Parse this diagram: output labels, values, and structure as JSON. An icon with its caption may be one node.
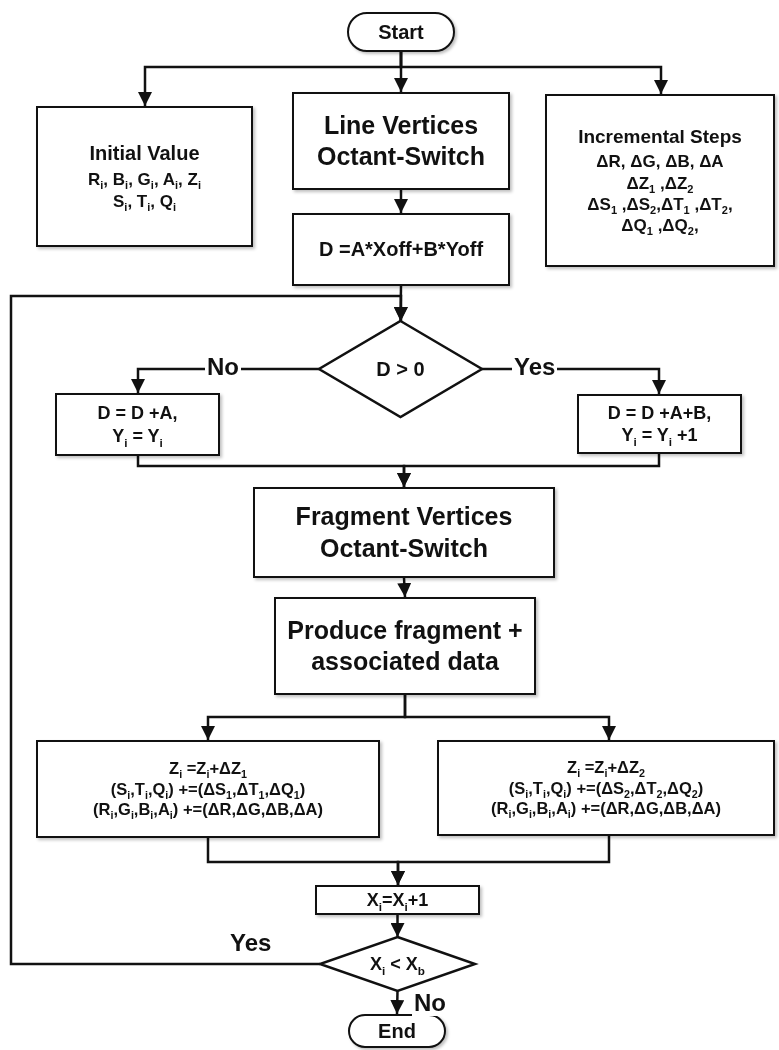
{
  "diagram": {
    "nodes": [
      {
        "text": [
          "Start"
        ]
      },
      {
        "text": [
          "Initial Value",
          "R$_{i}$, B$_{i}$, G$_{i}$, A$_{i}$, Z$_{i}$",
          "S$_{i}$, T$_{i}$, Q$_{i}$"
        ]
      },
      {
        "text": [
          "Line Vertices Octant-Switch"
        ]
      },
      {
        "text": [
          "Incremental Steps",
          "ΔR, ΔG, ΔB, ΔA",
          "ΔZ$_{1}$ ,ΔZ$_{2}$",
          "ΔS$_{1}$ ,ΔS$_{2}$,ΔT$_{1}$ ,ΔT$_{2}$,",
          "ΔQ$_{1}$ ,ΔQ$_{2}$,"
        ]
      },
      {
        "text": [
          "D =A*Xoff+B*Yoff"
        ]
      },
      {
        "text": [
          "D > 0"
        ]
      },
      {
        "text": [
          "D = D +A,",
          "Y$_{i}$ = Y$_{i}$"
        ]
      },
      {
        "text": [
          "D = D +A+B,",
          "Y$_{i}$ = Y$_{i}$ +1"
        ]
      },
      {
        "text": [
          "Fragment Vertices Octant-Switch"
        ]
      },
      {
        "text": [
          "Produce fragment + associated data"
        ]
      },
      {
        "text": [
          "Z$_{i}$ =Z$_{i}$+ΔZ$_{1}$",
          "(S$_{i}$,T$_{i}$,Q$_{i}$) +=(ΔS$_{1}$,ΔT$_{1}$,ΔQ$_{1}$)",
          "(R$_{i}$,G$_{i}$,B$_{i}$,A$_{i}$) +=(ΔR,ΔG,ΔB,ΔA)"
        ]
      },
      {
        "text": [
          "Z$_{i}$ =Z$_{i}$+ΔZ$_{2}$",
          "(S$_{i}$,T$_{i}$,Q$_{i}$) +=(ΔS$_{2}$,ΔT$_{2}$,ΔQ$_{2}$)",
          "(R$_{i}$,G$_{i}$,B$_{i}$,A$_{i}$) +=(ΔR,ΔG,ΔB,ΔA)"
        ]
      },
      {
        "text": [
          "X$_{i}$=X$_{i}$+1"
        ]
      },
      {
        "text": [
          "X$_{i}$ < X$_{b}$"
        ]
      },
      {
        "text": [
          "End"
        ]
      }
    ],
    "edges": [
      {
        "from": 0,
        "to": 1,
        "arrow": "to"
      },
      {
        "from": 0,
        "to": 2,
        "arrow": "to"
      },
      {
        "from": 0,
        "to": 3,
        "arrow": "to"
      },
      {
        "from": 2,
        "to": 4,
        "arrow": "to"
      },
      {
        "from": 4,
        "to": 5,
        "arrow": "to"
      },
      {
        "from": 5,
        "to": 6,
        "arrow": "to",
        "label": "No"
      },
      {
        "from": 5,
        "to": 7,
        "arrow": "to",
        "label": "Yes"
      },
      {
        "from": 6,
        "to": 8,
        "arrow": "to"
      },
      {
        "from": 7,
        "to": 8,
        "arrow": "to"
      },
      {
        "from": 8,
        "to": 9,
        "arrow": "to"
      },
      {
        "from": 9,
        "to": 10,
        "arrow": "to"
      },
      {
        "from": 9,
        "to": 11,
        "arrow": "to"
      },
      {
        "from": 10,
        "to": 12,
        "arrow": "to"
      },
      {
        "from": 11,
        "to": 12,
        "arrow": "to"
      },
      {
        "from": 12,
        "to": 13,
        "arrow": "to"
      },
      {
        "from": 13,
        "to": 5,
        "arrow": "to",
        "label": "Yes"
      },
      {
        "from": 13,
        "to": 14,
        "arrow": "to",
        "label": "No"
      }
    ]
  }
}
